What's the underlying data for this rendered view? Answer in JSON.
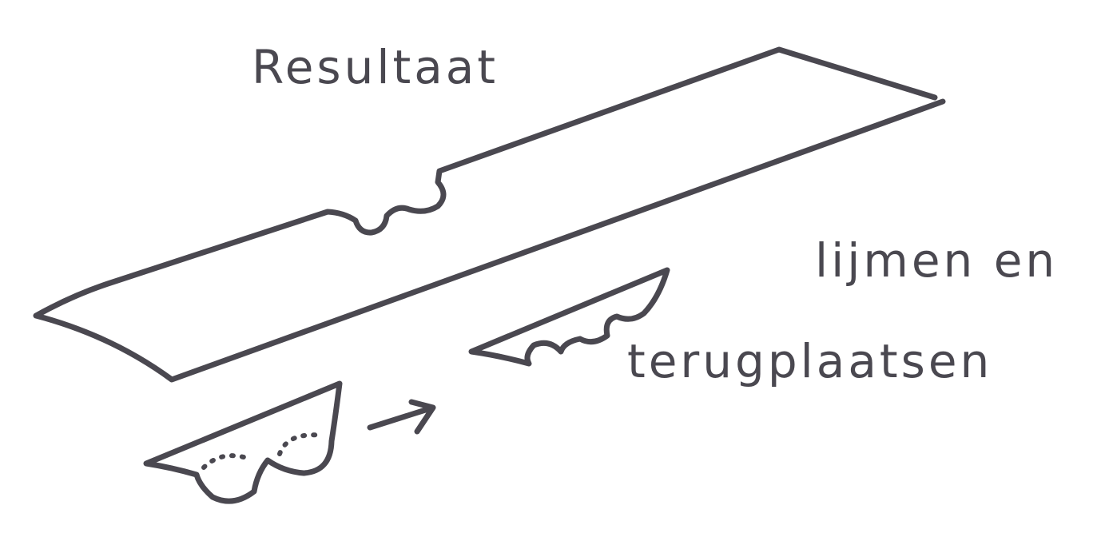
{
  "labels": {
    "title": "Resultaat",
    "step_line1": "lijmen en",
    "step_line2": "terugplaatsen"
  },
  "colors": {
    "ink": "#4a4850",
    "background": "#ffffff"
  }
}
